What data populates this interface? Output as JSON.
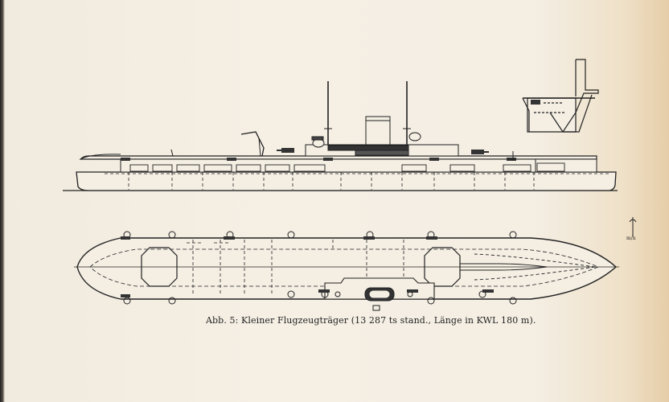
{
  "figure": {
    "number": "Abb. 5:",
    "title": "Kleiner Flugzeugträger (13 287 ts stand., Länge in KWL 180 m).",
    "scale_mark": "m/n"
  },
  "colors": {
    "paper": "#f3ede1",
    "ink": "#222222",
    "stain": "#e6cda8"
  }
}
